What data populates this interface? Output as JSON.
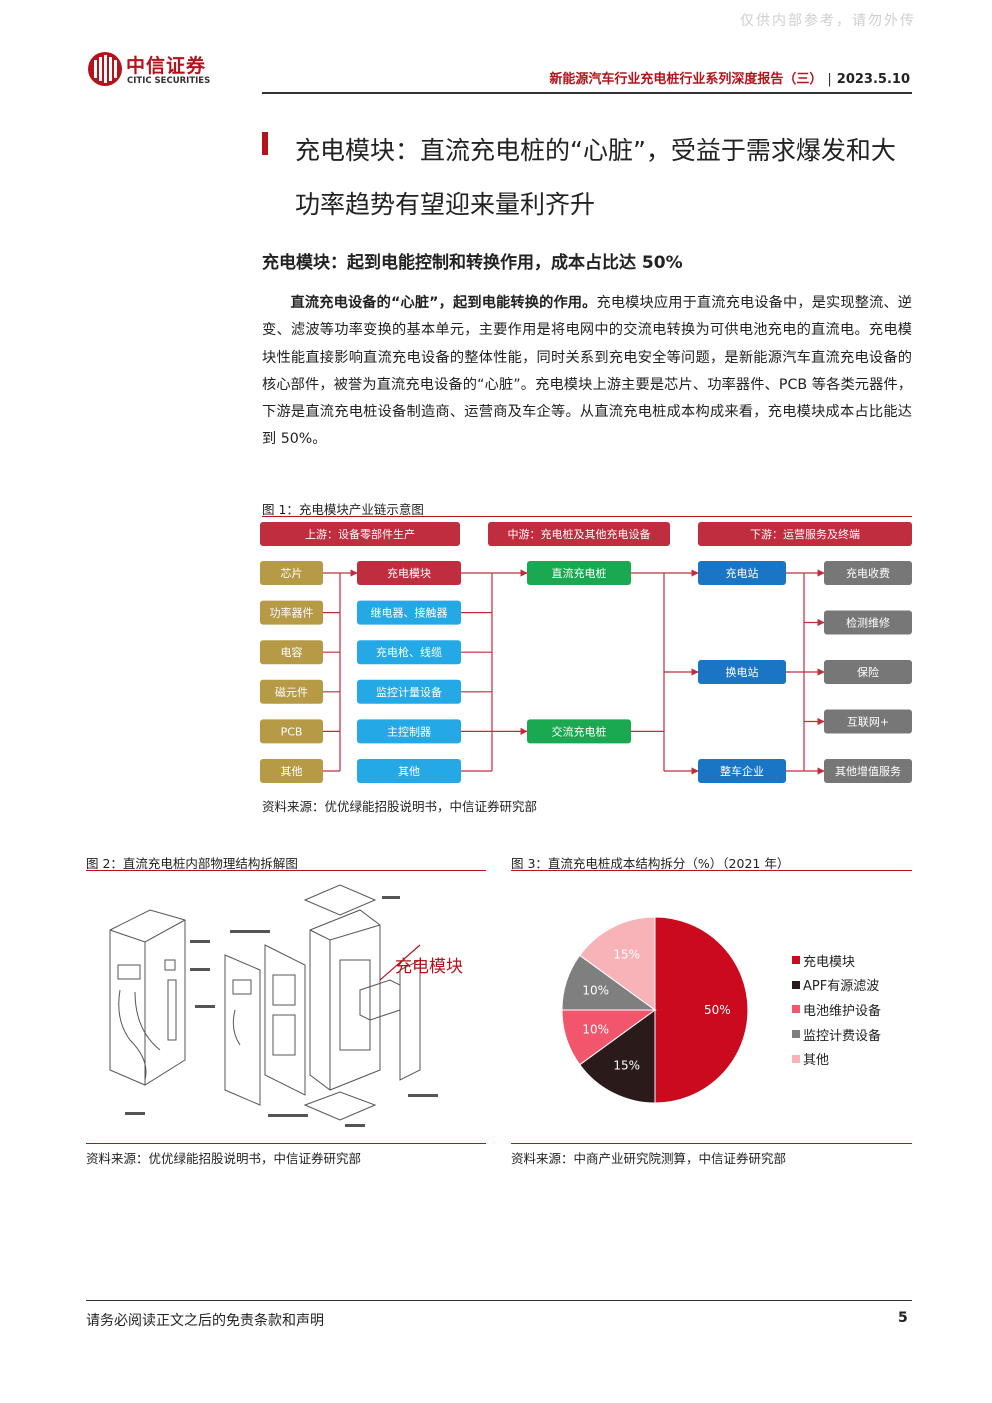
{
  "header": {
    "watermark": "仅供内部参考，请勿外传",
    "brand_cn": "中信证券",
    "brand_en": "CITIC SECURITIES",
    "report_title": "新能源汽车行业充电桩行业系列深度报告（三）",
    "separator": "|",
    "date": "2023.5.10"
  },
  "section": {
    "title": "充电模块：直流充电桩的“心脏”，受益于需求爆发和大功率趋势有望迎来量利齐升",
    "subtitle": "充电模块：起到电能控制和转换作用，成本占比达 50%",
    "para_lead": "直流充电设备的“心脏”，起到电能转换的作用。",
    "para_body": "充电模块应用于直流充电设备中，是实现整流、逆变、滤波等功率变换的基本单元，主要作用是将电网中的交流电转换为可供电池充电的直流电。充电模块性能直接影响直流充电设备的整体性能，同时关系到充电安全等问题，是新能源汽车直流充电设备的核心部件，被誉为直流充电设备的“心脏”。充电模块上游主要是芯片、功率器件、PCB 等各类元器件，下游是直流充电桩设备制造商、运营商及车企等。从直流充电桩成本构成来看，充电模块成本占比能达到 50%。"
  },
  "fig1": {
    "title": "图 1：充电模块产业链示意图",
    "source": "资料来源：优优绿能招股说明书，中信证券研究部",
    "headers": [
      "上游：设备零部件生产",
      "中游：充电桩及其他充电设备",
      "下游：运营服务及终端"
    ],
    "materials": [
      "芯片",
      "功率器件",
      "电容",
      "磁元件",
      "PCB",
      "其他"
    ],
    "components": [
      "充电模块",
      "继电器、接触器",
      "充电枪、线缆",
      "监控计量设备",
      "主控制器",
      "其他"
    ],
    "piles": [
      "直流充电桩",
      "交流充电桩"
    ],
    "stations": [
      "充电站",
      "换电站",
      "整车企业"
    ],
    "services": [
      "充电收费",
      "检测维修",
      "保险",
      "互联网+",
      "其他增值服务"
    ],
    "colors": {
      "header": "#c02d3e",
      "material": "#b79a46",
      "component_first": "#c02d3e",
      "component": "#25a9e6",
      "pile": "#1aa851",
      "station": "#1a76c5",
      "service": "#777777",
      "arrow": "#c02d3e"
    }
  },
  "fig2": {
    "title": "图 2：直流充电桩内部物理结构拆解图",
    "source": "资料来源：优优绿能招股说明书，中信证券研究部",
    "callout": "充电模块"
  },
  "fig3": {
    "title": "图 3：直流充电桩成本结构拆分（%）（2021 年）",
    "source": "资料来源：中商产业研究院测算，中信证券研究部"
  },
  "chart_data": {
    "type": "pie",
    "categories": [
      "充电模块",
      "APF有源滤波",
      "电池维护设备",
      "监控计费设备",
      "其他"
    ],
    "values": [
      50,
      15,
      10,
      10,
      15
    ],
    "data_labels": [
      "50%",
      "15%",
      "10%",
      "10%",
      "15%"
    ],
    "colors": [
      "#cc0a1e",
      "#2a1a1a",
      "#f2566d",
      "#7f7f7f",
      "#f7b3b8"
    ],
    "legend_position": "right"
  },
  "footer": {
    "disclaimer": "请务必阅读正文之后的免责条款和声明",
    "page": "5"
  }
}
